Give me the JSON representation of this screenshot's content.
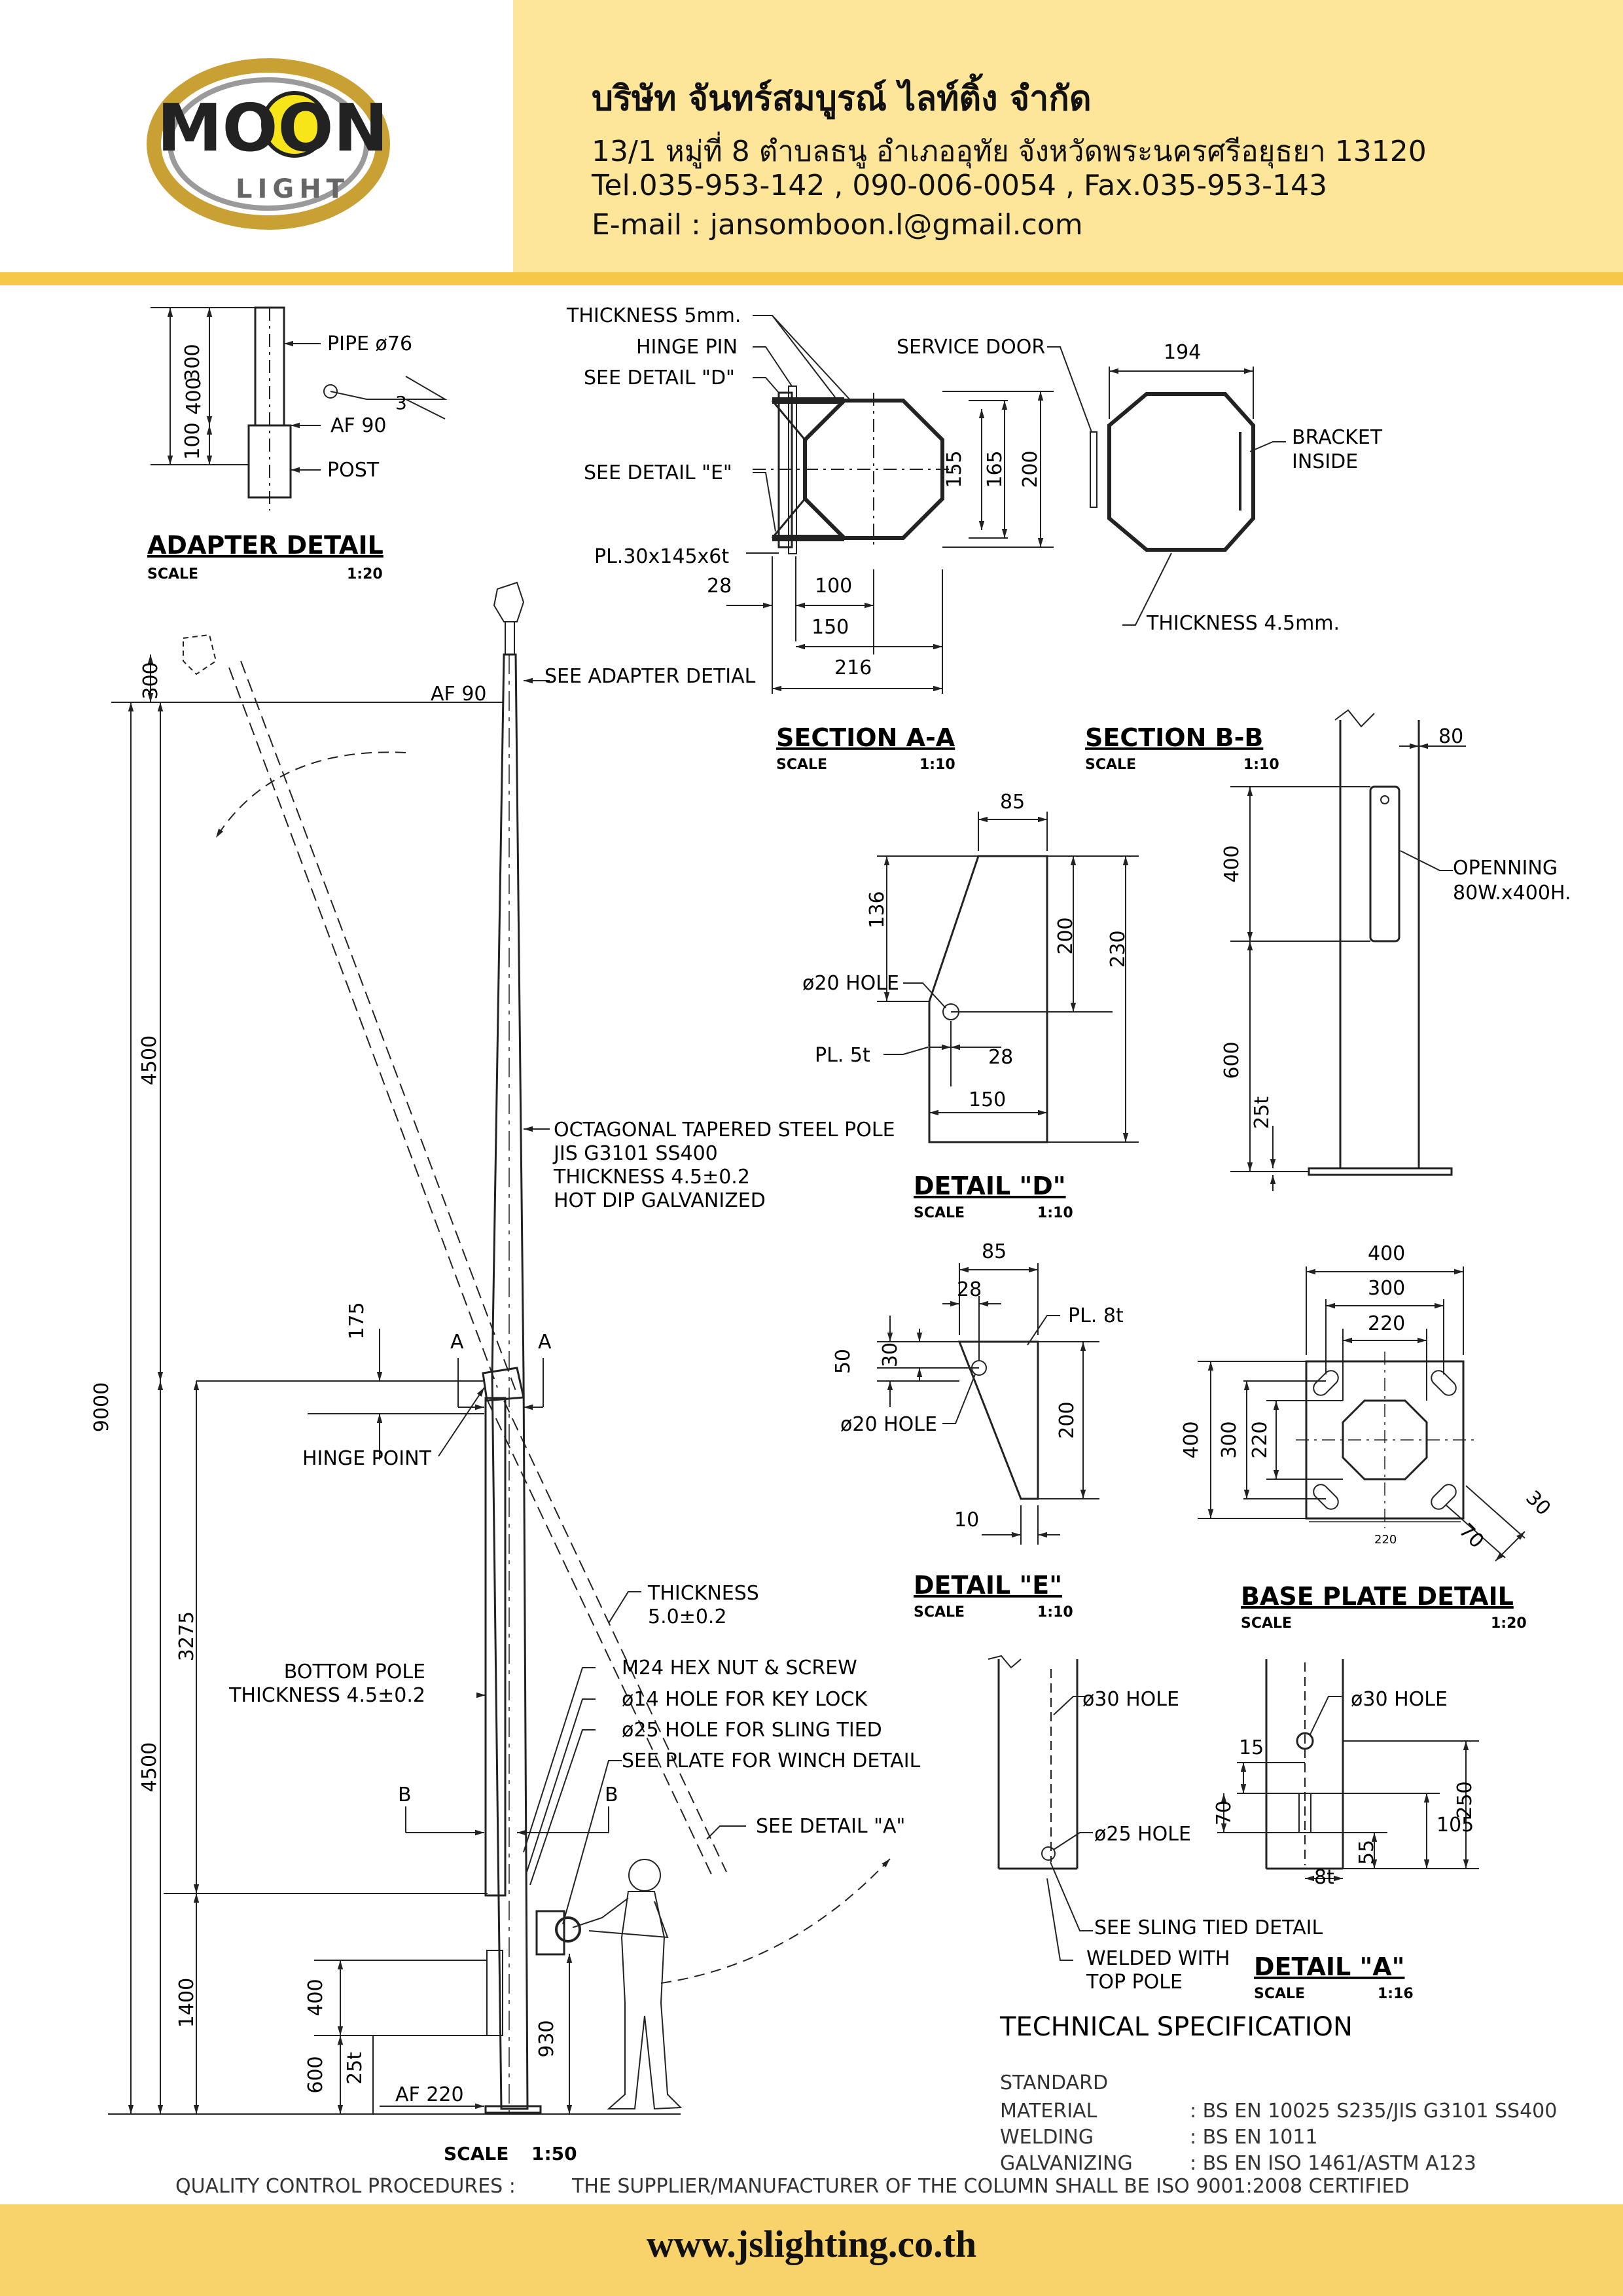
{
  "header": {
    "logo_text": "MOON",
    "logo_subtext": "LIGHT",
    "company_name": "บริษัท จันทร์สมบูรณ์ ไลท์ติ้ง จำกัด",
    "address": "13/1 หมู่ที่ 8 ตำบลธนู อำเภออุทัย จังหวัดพระนครศรีอยุธยา 13120",
    "phone": "Tel.035-953-142 , 090-006-0054 , Fax.035-953-143",
    "email": "E-mail : jansomboon.l@gmail.com",
    "colors": {
      "band": "#fde59a",
      "accent": "#f6c84a",
      "logo_gold": "#c9a033",
      "logo_yellow": "#f7e51a"
    }
  },
  "adapter_detail": {
    "title": "ADAPTER DETAIL",
    "scale_label": "SCALE",
    "scale_value": "1:20",
    "pipe": "PIPE ø76",
    "af": "AF 90",
    "post": "POST",
    "dims": {
      "total": "400",
      "upper": "300",
      "lower": "100",
      "weld": "3"
    }
  },
  "pole": {
    "top_dim": "300",
    "af_top": "AF 90",
    "see_adapter": "SEE ADAPTER DETIAL",
    "total_height": "9000",
    "upper_section": "4500",
    "lower_section": "4500",
    "hinge_offset": "175",
    "hinge_label": "HINGE POINT",
    "hinge_to_door": "3275",
    "base_section": "1400",
    "door_height": "400",
    "door_base": "600",
    "door_plate": "25t",
    "winch_height": "930",
    "af_bottom": "AF 220",
    "section_a": "A",
    "section_b": "B",
    "spec": [
      "OCTAGONAL TAPERED STEEL POLE",
      "JIS G3101 SS400",
      "THICKNESS 4.5±0.2",
      "HOT DIP GALVANIZED"
    ],
    "bottom_pole": [
      "BOTTOM POLE",
      "THICKNESS 4.5±0.2"
    ],
    "thickness": [
      "THICKNESS",
      "5.0±0.2"
    ],
    "callouts": [
      "M24 HEX NUT & SCREW",
      "ø14 HOLE FOR KEY LOCK",
      "ø25 HOLE FOR SLING TIED",
      "SEE PLATE FOR WINCH DETAIL"
    ],
    "see_detail_a": "SEE DETAIL \"A\"",
    "scale_label": "SCALE",
    "scale_value": "1:50"
  },
  "section_aa": {
    "title": "SECTION A-A",
    "scale_label": "SCALE",
    "scale_value": "1:10",
    "thickness": "THICKNESS 5mm.",
    "hinge_pin": "HINGE PIN",
    "see_d": "SEE DETAIL \"D\"",
    "see_e": "SEE DETAIL \"E\"",
    "plate": "PL.30x145x6t",
    "dims": {
      "d155": "155",
      "d165": "165",
      "d200": "200",
      "d28": "28",
      "d100": "100",
      "d150": "150",
      "d216": "216"
    }
  },
  "section_bb": {
    "title": "SECTION B-B",
    "scale_label": "SCALE",
    "scale_value": "1:10",
    "service_door": "SERVICE DOOR",
    "bracket": [
      "BRACKET",
      "INSIDE"
    ],
    "thickness": "THICKNESS 4.5mm.",
    "width": "194"
  },
  "detail_d": {
    "title": "DETAIL \"D\"",
    "scale_label": "SCALE",
    "scale_value": "1:10",
    "hole": "ø20 HOLE",
    "plate": "PL. 5t",
    "dims": {
      "top": "85",
      "d136": "136",
      "d200": "200",
      "d230": "230",
      "d28": "28",
      "d150": "150"
    }
  },
  "door_detail": {
    "opening": [
      "OPENNING",
      "80W.x400H."
    ],
    "dims": {
      "d80": "80",
      "d400": "400",
      "d600": "600",
      "d25t": "25t"
    }
  },
  "detail_e": {
    "title": "DETAIL \"E\"",
    "scale_label": "SCALE",
    "scale_value": "1:10",
    "plate": "PL. 8t",
    "hole": "ø20 HOLE",
    "dims": {
      "d85": "85",
      "d28": "28",
      "d50": "50",
      "d30": "30",
      "d200": "200",
      "d10": "10"
    }
  },
  "base_plate": {
    "title": "BASE PLATE DETAIL",
    "scale_label": "SCALE",
    "scale_value": "1:20",
    "dims": {
      "d400": "400",
      "d300": "300",
      "d220": "220",
      "d30": "30",
      "d70": "70",
      "d220b": "220"
    }
  },
  "detail_a": {
    "title": "DETAIL \"A\"",
    "scale_label": "SCALE",
    "scale_value": "1:16",
    "hole30_left": "ø30 HOLE",
    "hole25": "ø25 HOLE",
    "hole30_right": "ø30 HOLE",
    "see_sling": "SEE SLING TIED DETAIL",
    "welded": [
      "WELDED WITH",
      "TOP POLE"
    ],
    "dims": {
      "d15": "15",
      "d70": "70",
      "d250": "250",
      "d55": "55",
      "d105": "105",
      "d8t": "8t"
    }
  },
  "technical_spec": {
    "title": "TECHNICAL SPECIFICATION",
    "standard_label": "STANDARD",
    "rows": [
      {
        "label": "MATERIAL",
        "value": ": BS EN 10025 S235/JIS G3101 SS400"
      },
      {
        "label": "WELDING",
        "value": ": BS EN 1011"
      },
      {
        "label": "GALVANIZING",
        "value": ": BS EN ISO 1461/ASTM A123"
      }
    ],
    "qc_label": "QUALITY CONTROL PROCEDURES :",
    "qc_text": "THE SUPPLIER/MANUFACTURER OF THE COLUMN SHALL BE ISO 9001:2008 CERTIFIED"
  },
  "footer": {
    "website": "www.jslighting.co.th"
  }
}
